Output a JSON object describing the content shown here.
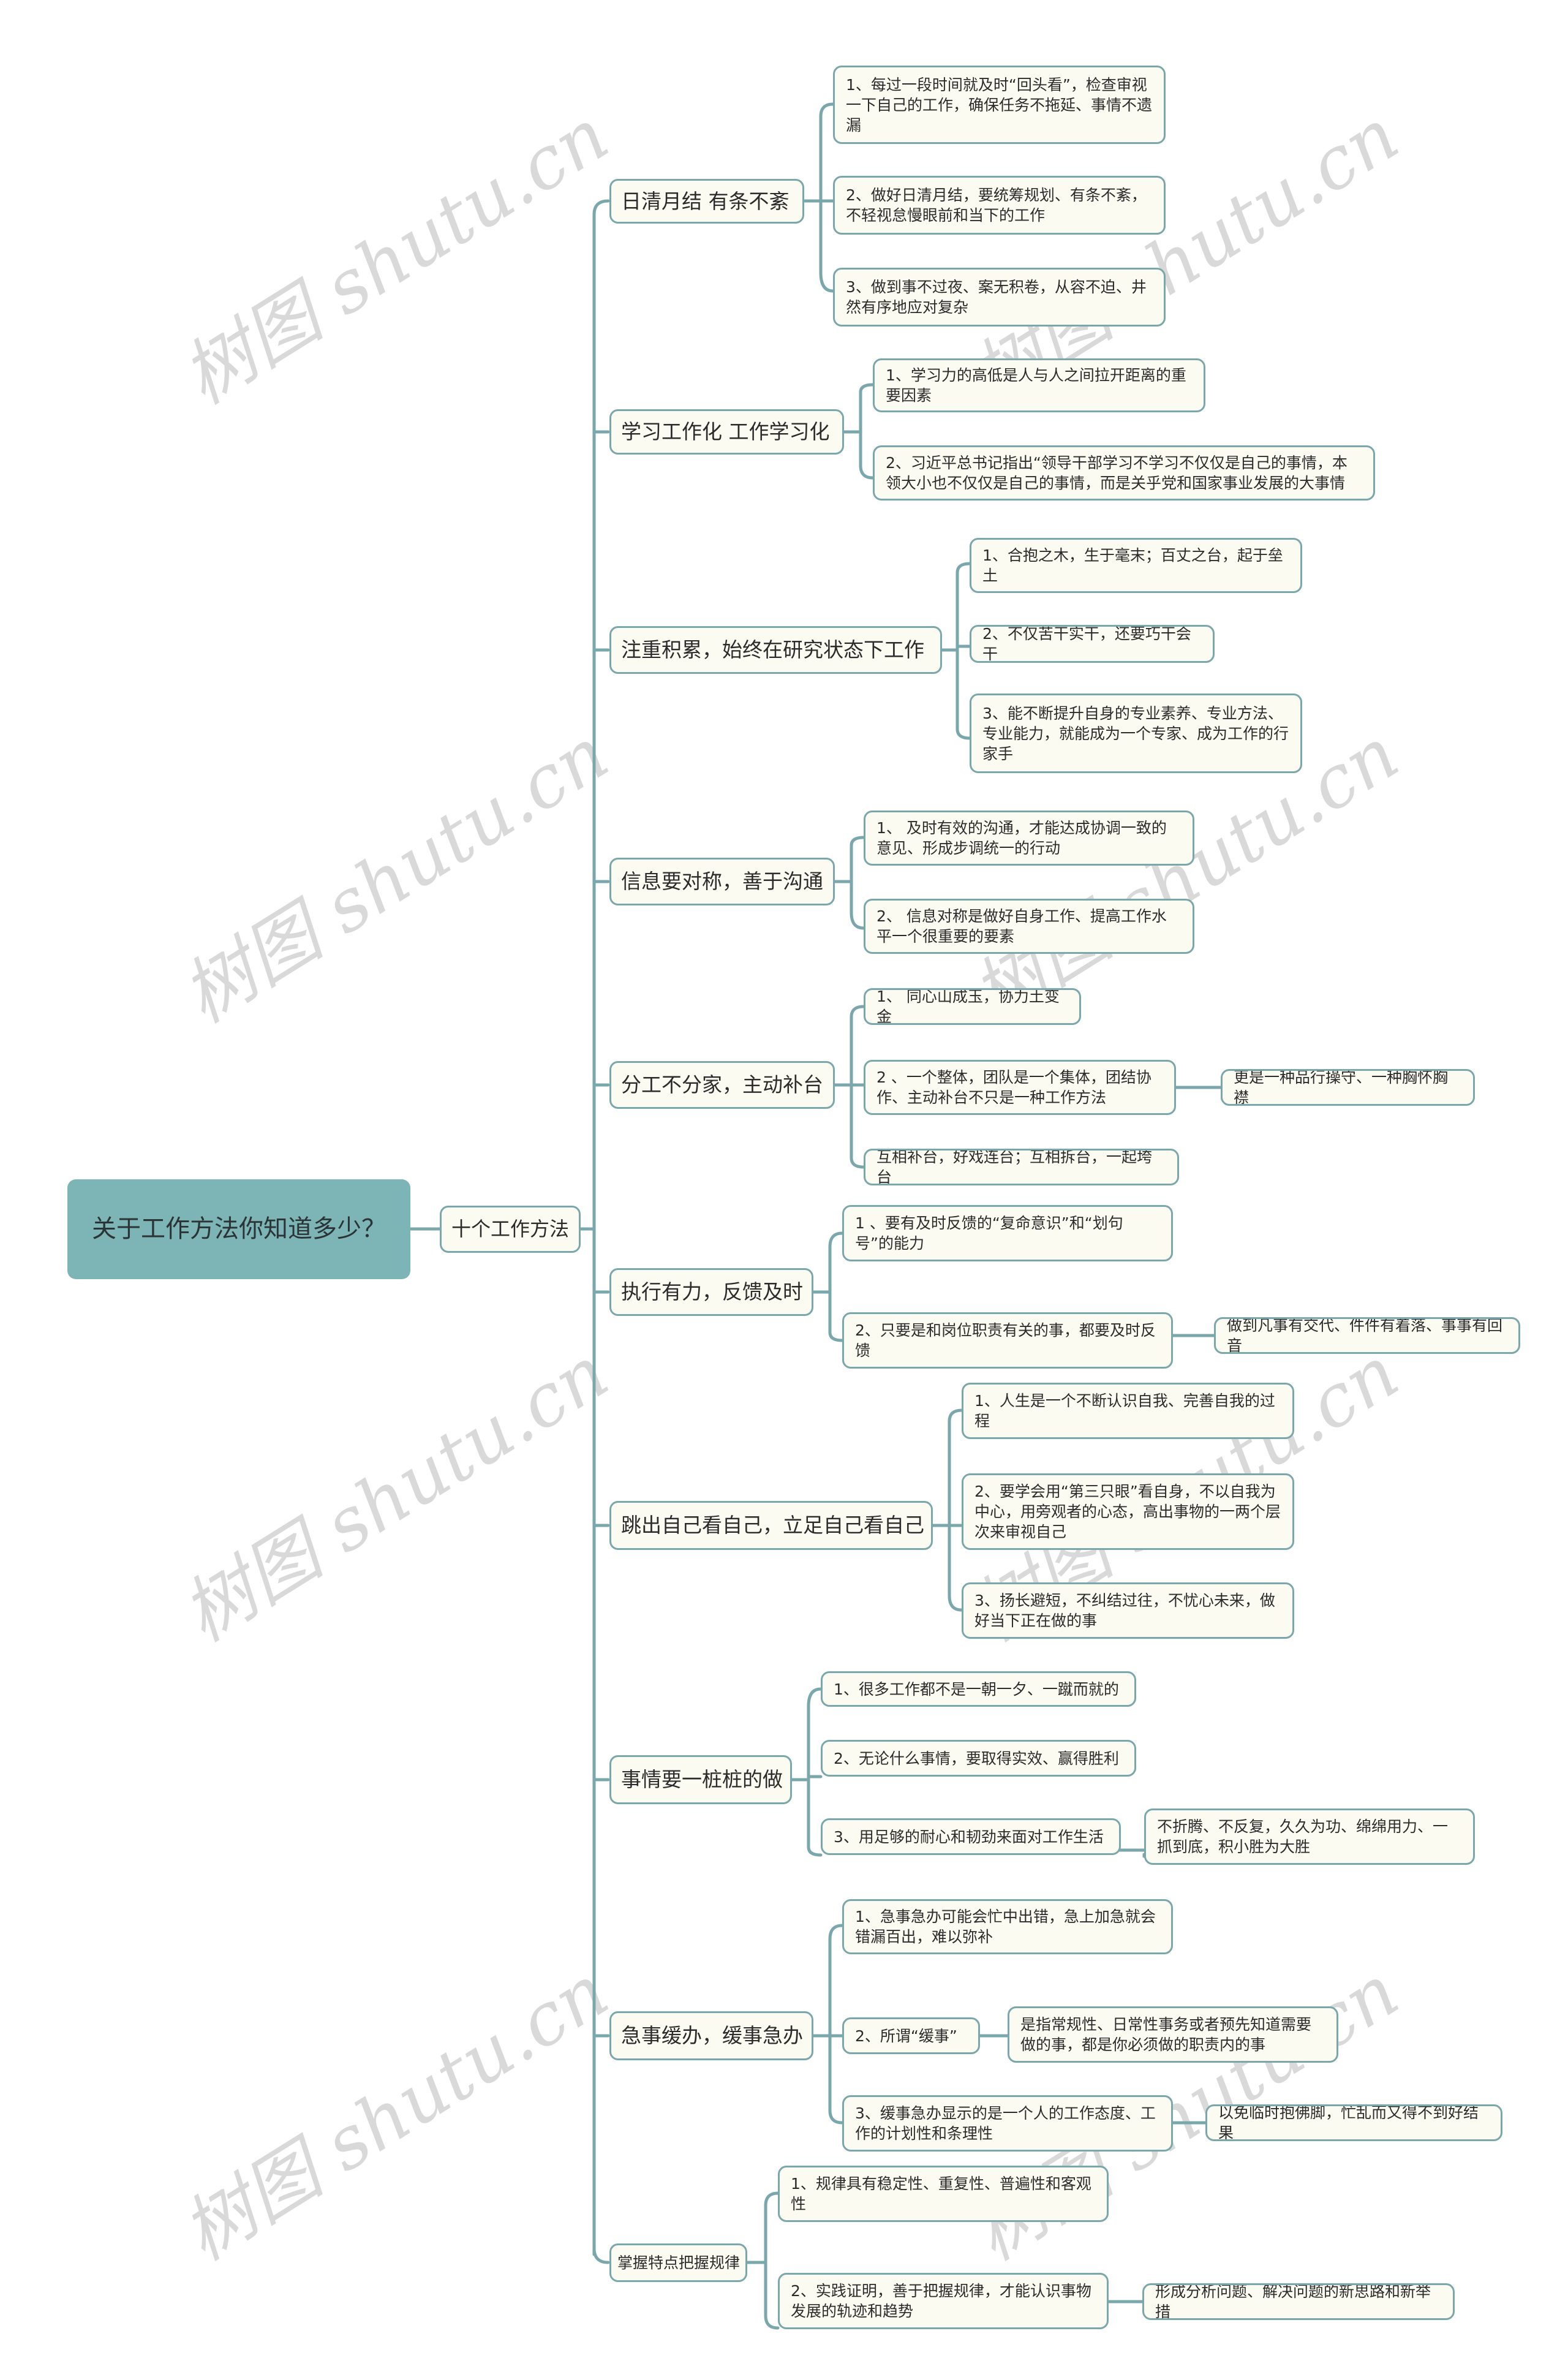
{
  "root": {
    "label": "关于工作方法你知道多少？"
  },
  "center": {
    "label": "十个工作方法"
  },
  "colors": {
    "root_fill": "#7db4b5",
    "node_fill": "#fcfbf2",
    "border": "#7aa7ab",
    "line": "#7aa7ab",
    "watermark": "#d9d9d9"
  },
  "watermark": {
    "text": "树图 shutu.cn"
  },
  "methods": [
    {
      "label": "日清月结  有条不紊",
      "children": [
        {
          "label": "1、每过一段时间就及时“回头看”，检查审视一下自己的工作，确保任务不拖延、事情不遗漏"
        },
        {
          "label": "2、做好日清月结，要统筹规划、有条不紊，不轻视怠慢眼前和当下的工作"
        },
        {
          "label": "3、做到事不过夜、案无积卷，从容不迫、井然有序地应对复杂"
        }
      ]
    },
    {
      "label": "学习工作化  工作学习化",
      "children": [
        {
          "label": "1、学习力的高低是人与人之间拉开距离的重要因素"
        },
        {
          "label": "2、习近平总书记指出“领导干部学习不学习不仅仅是自己的事情，本领大小也不仅仅是自己的事情，而是关乎党和国家事业发展的大事情"
        }
      ]
    },
    {
      "label": " 注重积累，始终在研究状态下工作",
      "children": [
        {
          "label": "1、合抱之木，生于毫末；百丈之台，起于垒土"
        },
        {
          "label": "2、不仅苦干实干，还要巧干会干"
        },
        {
          "label": "3、能不断提升自身的专业素养、专业方法、专业能力，就能成为一个专家、成为工作的行家手"
        }
      ]
    },
    {
      "label": "信息要对称，善于沟通",
      "children": [
        {
          "label": "1、 及时有效的沟通，才能达成协调一致的意见、形成步调统一的行动"
        },
        {
          "label": " 2、 信息对称是做好自身工作、提高工作水平一个很重要的要素"
        }
      ]
    },
    {
      "label": "分工不分家，主动补台",
      "children": [
        {
          "label": "1、 同心山成玉，协力土变金"
        },
        {
          "label": "2 、一个整体，团队是一个集体，团结协作、主动补台不只是一种工作方法",
          "children": [
            {
              "label": "更是一种品行操守、一种胸怀胸襟"
            }
          ]
        },
        {
          "label": "互相补台，好戏连台；互相拆台，一起垮台"
        }
      ]
    },
    {
      "label": "执行有力，反馈及时",
      "children": [
        {
          "label": "1 、要有及时反馈的“复命意识”和“划句号”的能力"
        },
        {
          "label": "2、只要是和岗位职责有关的事，都要及时反馈",
          "children": [
            {
              "label": "做到凡事有交代、件件有着落、事事有回音"
            }
          ]
        }
      ]
    },
    {
      "label": "跳出自己看自己，立足自己看自己",
      "children": [
        {
          "label": "1、人生是一个不断认识自我、完善自我的过程"
        },
        {
          "label": "2、要学会用“第三只眼”看自身，不以自我为中心，用旁观者的心态，高出事物的一两个层次来审视自己"
        },
        {
          "label": "3、扬长避短，不纠结过往，不忧心未来，做好当下正在做的事"
        }
      ]
    },
    {
      "label": "事情要一桩桩的做",
      "children": [
        {
          "label": "1、很多工作都不是一朝一夕、一蹴而就的"
        },
        {
          "label": "2、无论什么事情，要取得实效、赢得胜利"
        },
        {
          "label": "3、用足够的耐心和韧劲来面对工作生活",
          "children": [
            {
              "label": "不折腾、不反复，久久为功、绵绵用力、一抓到底，积小胜为大胜"
            }
          ]
        }
      ]
    },
    {
      "label": "急事缓办，缓事急办",
      "children": [
        {
          "label": "1、急事急办可能会忙中出错，急上加急就会错漏百出，难以弥补"
        },
        {
          "label": "2、所谓“缓事”",
          "children": [
            {
              "label": "是指常规性、日常性事务或者预先知道需要做的事，都是你必须做的职责内的事"
            }
          ]
        },
        {
          "label": "3、缓事急办显示的是一个人的工作态度、工作的计划性和条理性",
          "children": [
            {
              "label": "以免临时抱佛脚，忙乱而又得不到好结果"
            }
          ]
        }
      ]
    },
    {
      "label": "掌握特点把握规律",
      "children": [
        {
          "label": "1、规律具有稳定性、重复性、普遍性和客观性"
        },
        {
          "label": "2、实践证明，善于把握规律，才能认识事物发展的轨迹和趋势",
          "children": [
            {
              "label": "形成分析问题、解决问题的新思路和新举措"
            }
          ]
        }
      ]
    }
  ]
}
